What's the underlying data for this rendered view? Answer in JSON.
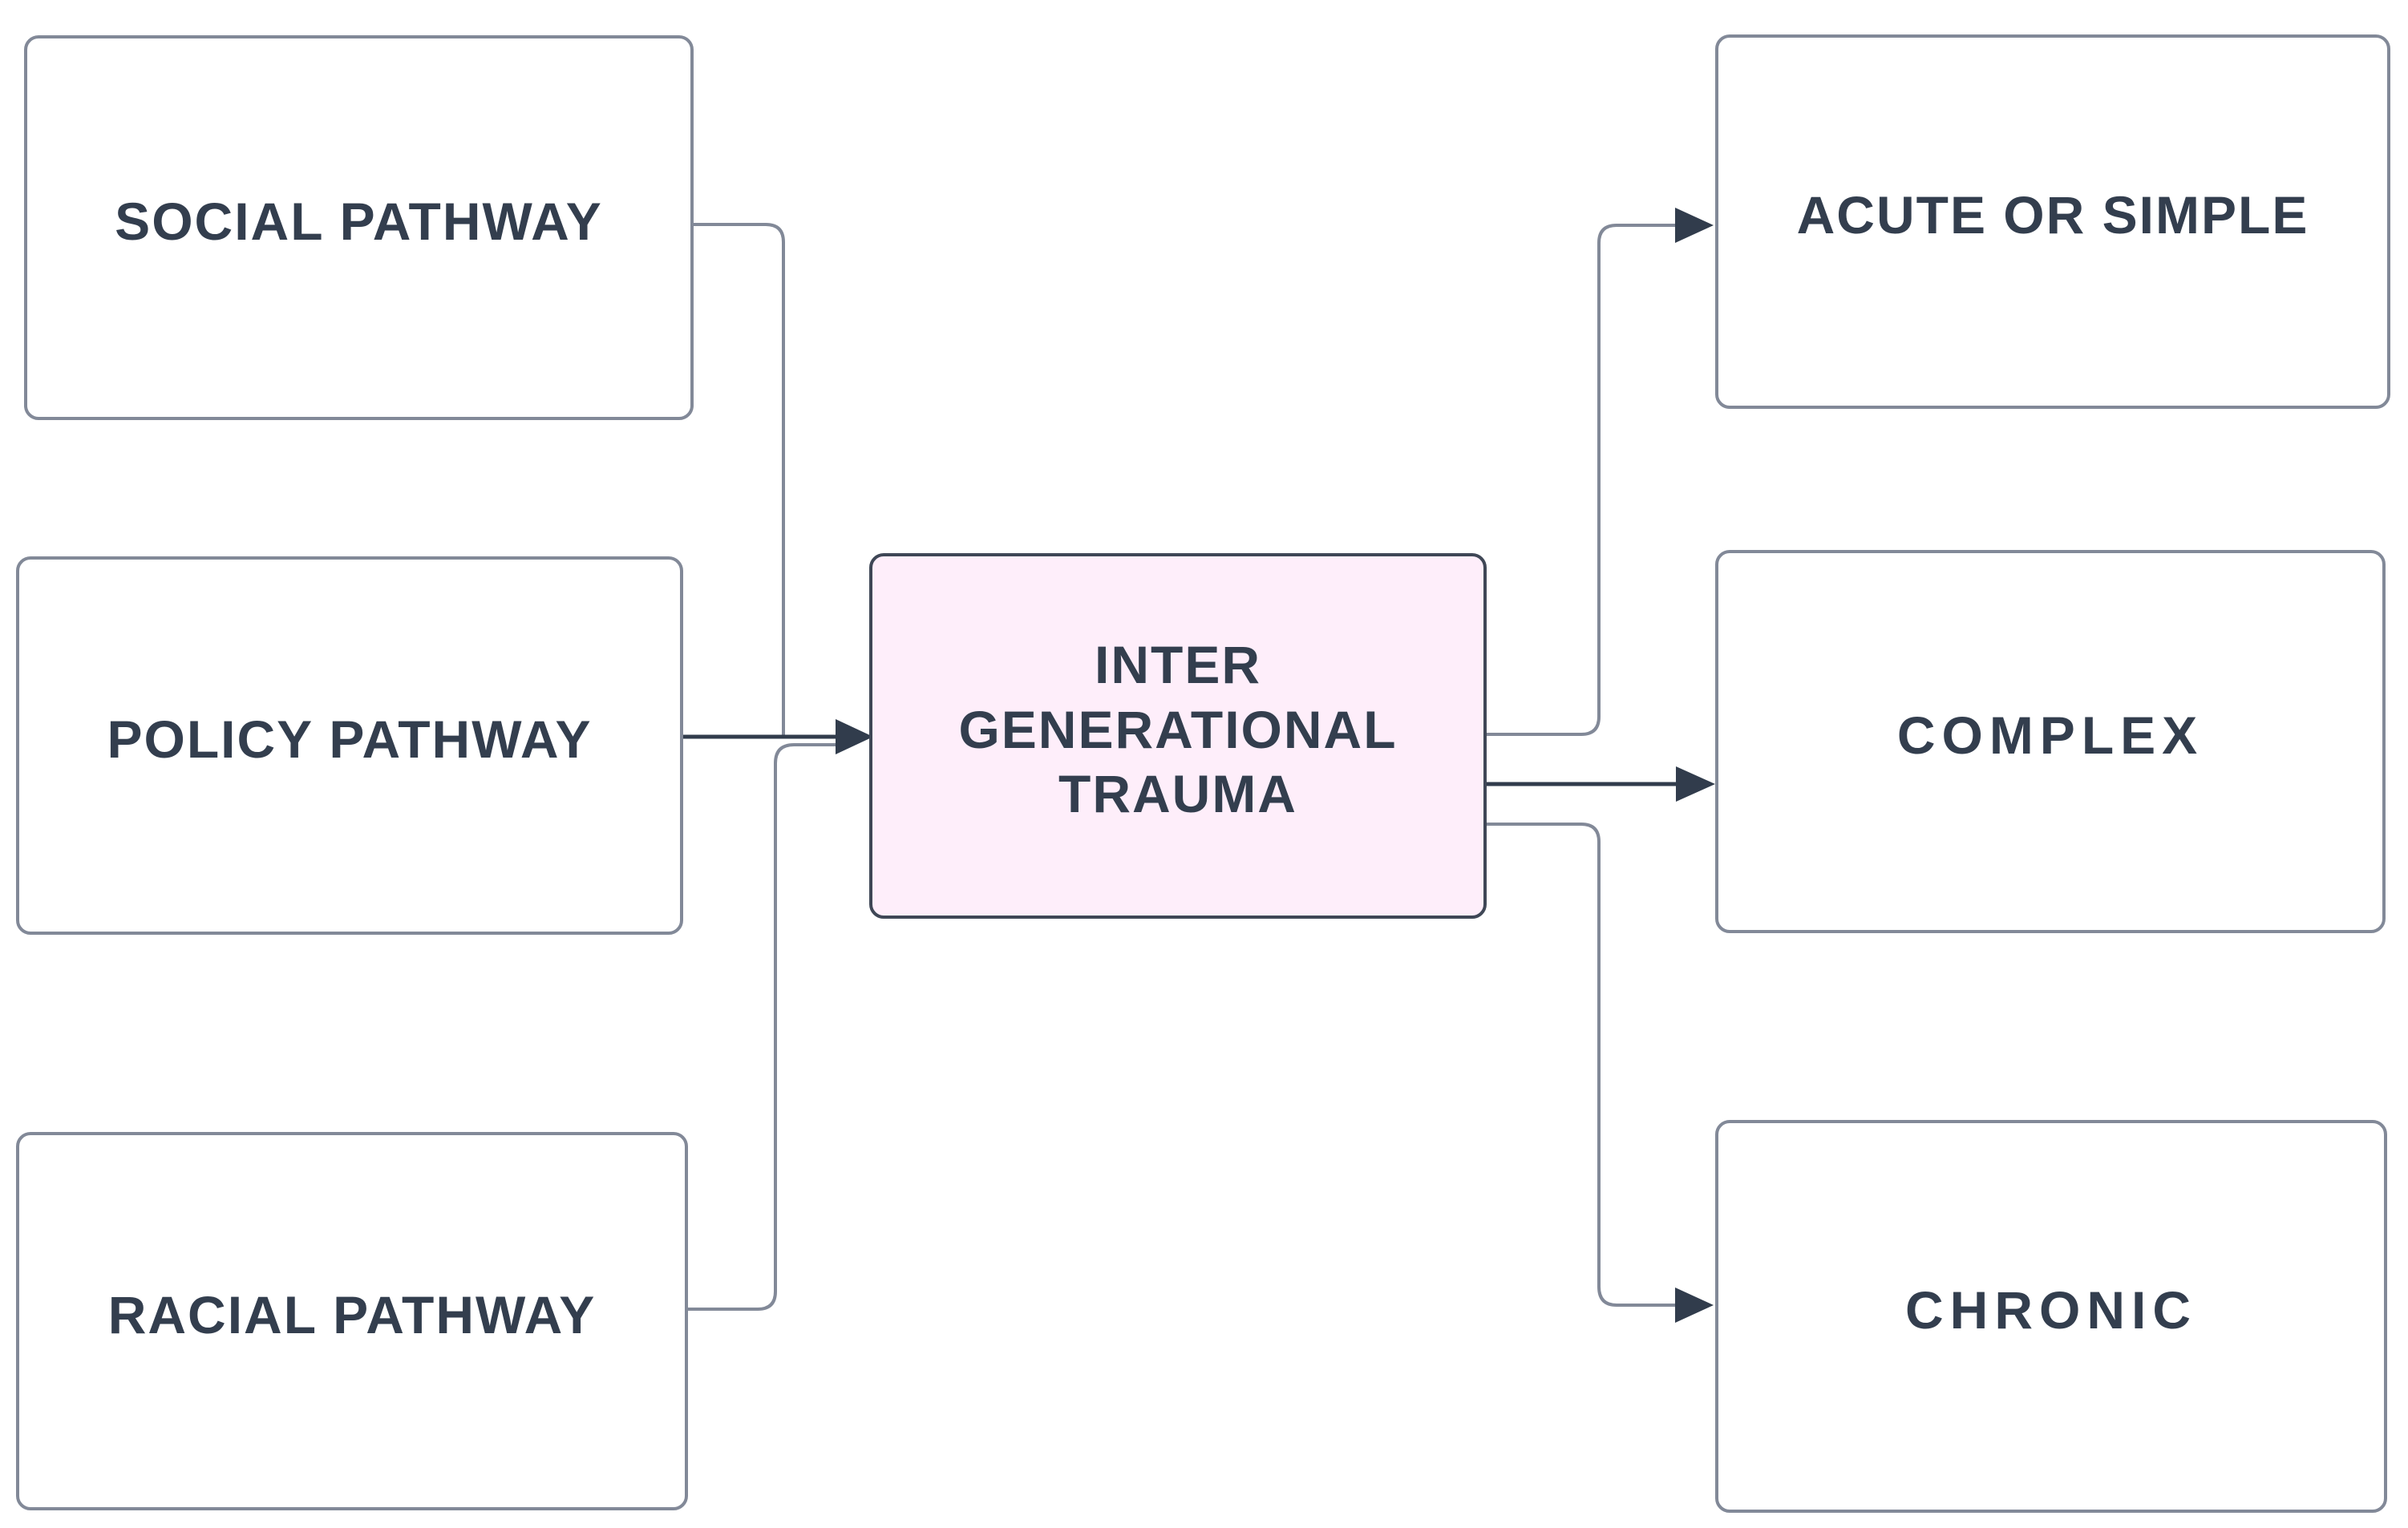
{
  "diagram": {
    "type": "flowchart",
    "colors": {
      "background": "#ffffff",
      "node_fill": "#ffffff",
      "node_border": "#828998",
      "accent_node_fill": "#feeefa",
      "accent_node_border": "#3f4756",
      "connector_gray": "#828998",
      "connector_dark": "#313c4c",
      "arrowhead_fill": "#313c4c",
      "text": "#333e4e"
    },
    "nodes": {
      "social": {
        "label": "SOCIAL PATHWAY"
      },
      "policy": {
        "label": "POLICY PATHWAY"
      },
      "racial": {
        "label": "RACIAL PATHWAY"
      },
      "center": {
        "label": "INTER GENERATIONAL TRAUMA",
        "lines": [
          "INTER GENERATIONAL",
          "TRAUMA"
        ]
      },
      "acute": {
        "label": "ACUTE OR SIMPLE"
      },
      "complex": {
        "label": "COMPLEX"
      },
      "chronic": {
        "label": "CHRONIC"
      }
    },
    "edges": [
      {
        "from": "social",
        "to": "center",
        "arrow": true
      },
      {
        "from": "policy",
        "to": "center",
        "arrow": true
      },
      {
        "from": "racial",
        "to": "center",
        "arrow": true
      },
      {
        "from": "center",
        "to": "acute",
        "arrow": true
      },
      {
        "from": "center",
        "to": "complex",
        "arrow": true
      },
      {
        "from": "center",
        "to": "chronic",
        "arrow": true
      }
    ]
  }
}
